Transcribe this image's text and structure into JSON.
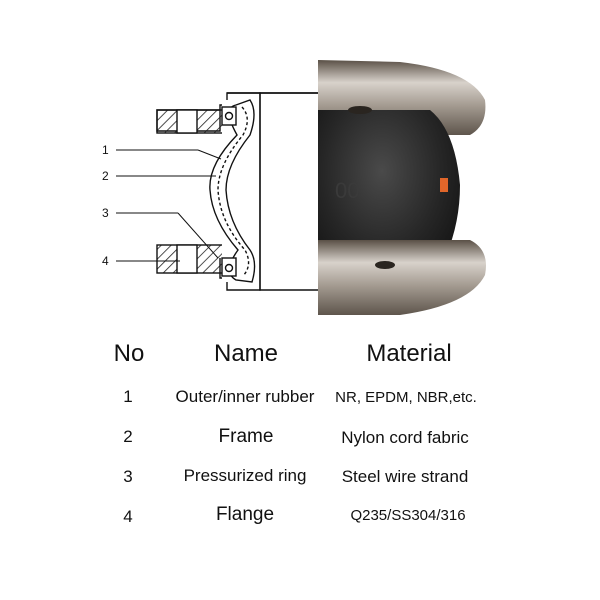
{
  "diagram": {
    "callouts": [
      "1",
      "2",
      "3",
      "4"
    ]
  },
  "table": {
    "headers": [
      "No",
      "Name",
      "Material"
    ],
    "rows": [
      {
        "no": "1",
        "name": "Outer/inner rubber",
        "material": "NR, EPDM, NBR,etc."
      },
      {
        "no": "2",
        "name": "Frame",
        "material": "Nylon cord fabric"
      },
      {
        "no": "3",
        "name": "Pressurized ring",
        "material": "Steel wire strand"
      },
      {
        "no": "4",
        "name": "Flange",
        "material": "Q235/SS304/316"
      }
    ]
  }
}
